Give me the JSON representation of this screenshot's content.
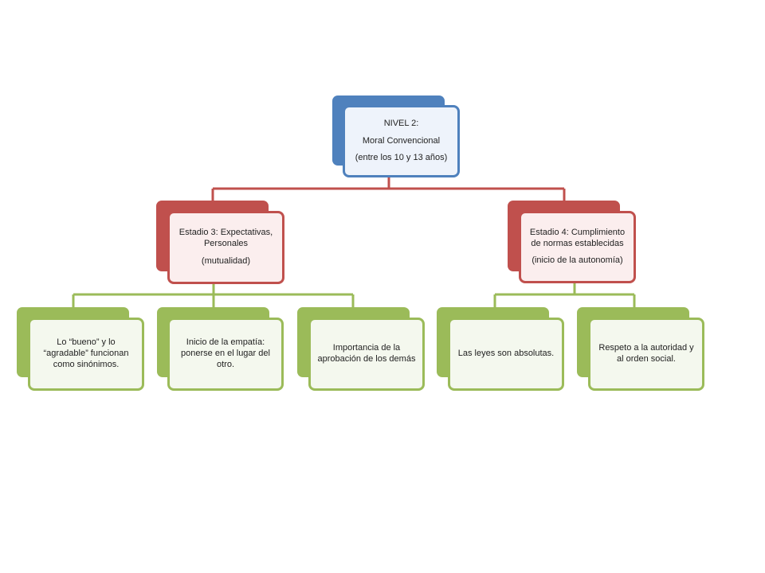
{
  "colors": {
    "level": "#4f81bd",
    "stage": "#c0504d",
    "leaf": "#9bbb59"
  },
  "root": {
    "line1": "NIVEL  2:",
    "line2": "Moral Convencional",
    "line3": "(entre los 10 y 13 años)"
  },
  "stages": [
    {
      "title": "Estadio  3: Expectativas, Personales",
      "subtitle": "(mutualidad)"
    },
    {
      "title": "Estadio  4: Cumplimiento  de normas establecidas",
      "subtitle": "(inicio de la autonomía)"
    }
  ],
  "leaves": [
    "Lo  “bueno”  y lo  “agradable”  funcionan como sinónimos.",
    "Inicio de la empatía: ponerse en el lugar del otro.",
    "Importancia  de la aprobación de los demás",
    "Las leyes son absolutas.",
    "Respeto a la autoridad y al orden social."
  ]
}
